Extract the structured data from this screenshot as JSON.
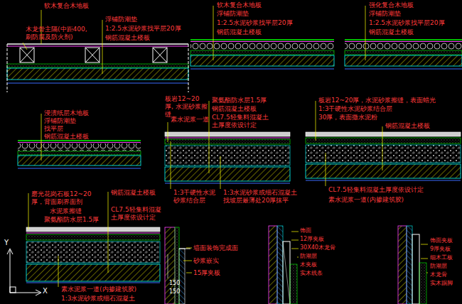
{
  "diagram": {
    "labels": [
      "软木复合木地板",
      "浮铺防潮垫",
      "木龙骨主隔(中距400, 刷防腐及防火剂)",
      "1:2.5水泥砂浆找平层20厚",
      "钢筋混凝土楼板",
      "软木复合木地板",
      "浮铺防潮垫",
      "1:2.5水泥砂浆找平层20厚",
      "钢筋混凝土楼板",
      "强化复合木地板",
      "浮铺防潮垫",
      "1:2.5水泥砂浆找平层20厚",
      "钢筋混凝土楼板",
      "浸渍纸层木地板",
      "浮铺防潮垫",
      "找平层",
      "钢筋混凝土楼板",
      "板岩12~20厚, 水泥砂浆擦缝",
      "聚氨酯防水层1.5厚",
      "钢筋混凝土楼板",
      "素水泥浆一道",
      "CL7.5轻集料混凝土 土厚度依设计定",
      "1:3干硬性水泥 砂浆结合层",
      "1:3水泥砂浆或细石混凝土 找坡层最薄处20厚抹平",
      "板岩12~20厚，水泥砂浆擦缝，表面蜡光",
      "1:3干硬性水泥砂浆结合层",
      "30厚，表面撒水泥粉",
      "钢筋混凝土楼板",
      "CL7.5轻集料混凝土厚度依设计定",
      "素水泥浆一道(内掺建筑胶)",
      "磨光花岗石板12~20 厚，背面刷界面剂",
      "水泥浆擦缝",
      "聚氨酯防水层1.5厚",
      "钢筋混凝土楼板",
      "CL7.5轻集料混凝 土厚度依设计定",
      "素水泥浆一道(内掺建筑胶)",
      "1:3水泥砂浆或细石混凝土",
      "墙面装饰完成面",
      "砂浆嵌实",
      "15厚夹板",
      "150",
      "150",
      "饰面",
      "12厚夹板",
      "30X40木龙骨",
      "防潮层",
      "木夹板",
      "实木线条",
      "饰面夹板",
      "9厚夹板",
      "细木工板",
      "防潮层",
      "木龙骨",
      "实木踢脚",
      "Y",
      "X"
    ]
  }
}
